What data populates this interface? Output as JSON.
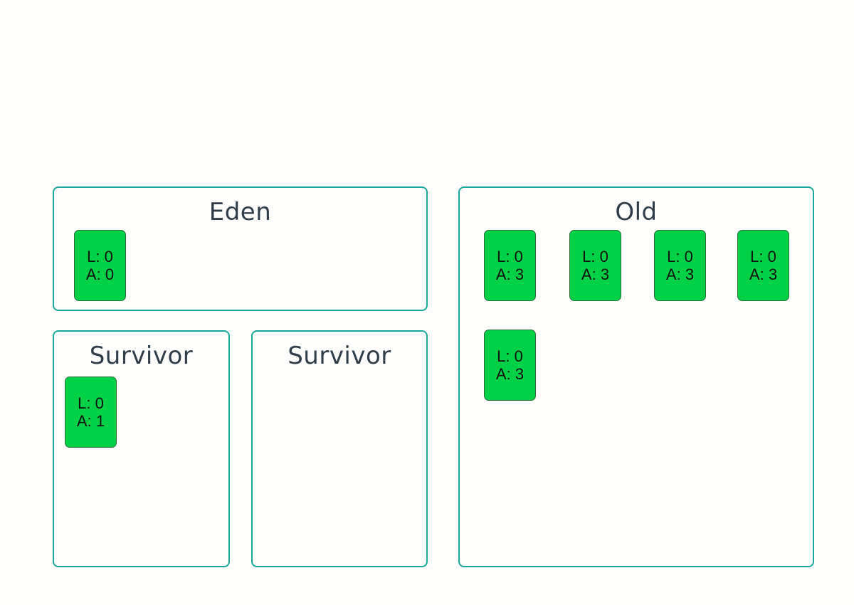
{
  "regions": {
    "eden": {
      "title": "Eden"
    },
    "survivor_a": {
      "title": "Survivor"
    },
    "survivor_b": {
      "title": "Survivor"
    },
    "old": {
      "title": "Old"
    }
  },
  "objects": {
    "eden": [
      {
        "l": "L: 0",
        "a": "A: 0"
      }
    ],
    "survivor_a": [
      {
        "l": "L: 0",
        "a": "A: 1"
      }
    ],
    "old": [
      {
        "l": "L: 0",
        "a": "A: 3"
      },
      {
        "l": "L: 0",
        "a": "A: 3"
      },
      {
        "l": "L: 0",
        "a": "A: 3"
      },
      {
        "l": "L: 0",
        "a": "A: 3"
      },
      {
        "l": "L: 0",
        "a": "A: 3"
      }
    ]
  },
  "colors": {
    "region_border": "#1aa89a",
    "object_fill": "#00d146",
    "title_text": "#2f3d4a"
  }
}
